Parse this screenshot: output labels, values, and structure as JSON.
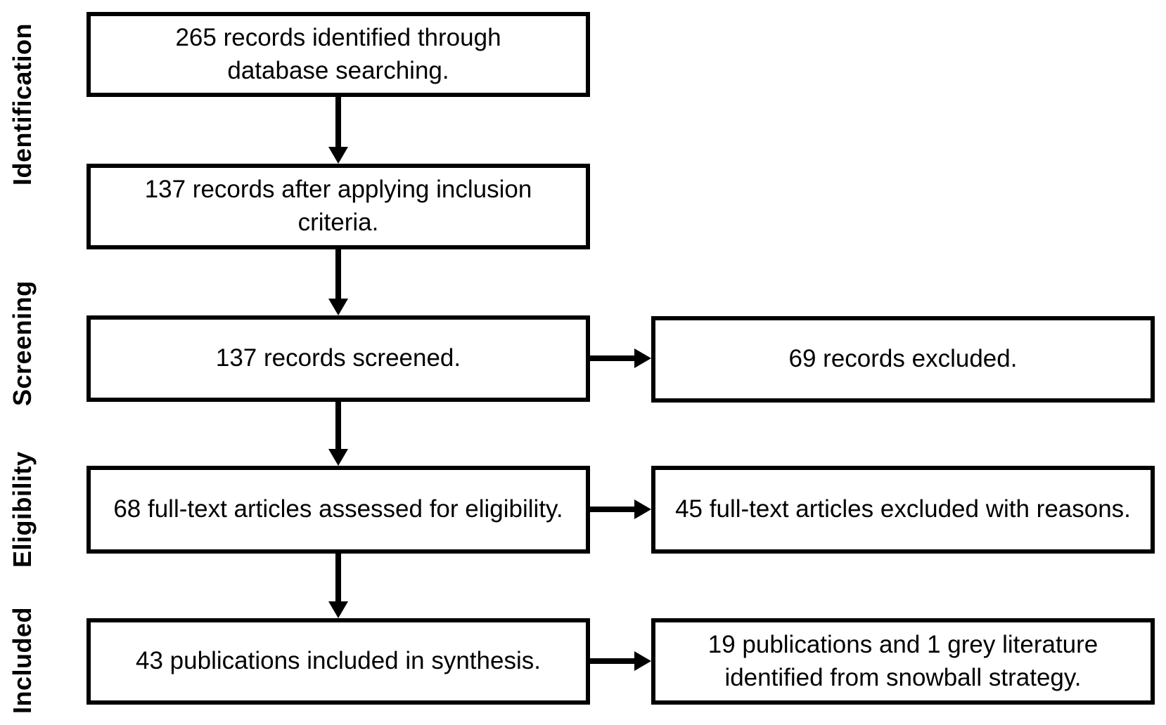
{
  "diagram": {
    "stages": [
      {
        "label": "Identification"
      },
      {
        "label": "Screening"
      },
      {
        "label": "Eligibility"
      },
      {
        "label": "Included"
      }
    ],
    "boxes": {
      "records_identified": "265 records identified through\ndatabase searching.",
      "records_after_inclusion": "137 records after applying inclusion\ncriteria.",
      "records_screened": "137 records screened.",
      "records_excluded": "69 records excluded.",
      "fulltext_assessed": "68 full-text articles assessed for eligibility.",
      "fulltext_excluded": "45 full-text articles excluded with reasons.",
      "included_in_synthesis": "43 publications included in synthesis.",
      "snowball_identified": "19 publications and 1 grey literature\nidentified from snowball strategy."
    },
    "colors": {
      "box_border": "#000000",
      "text": "#000000",
      "background": "#ffffff"
    }
  }
}
